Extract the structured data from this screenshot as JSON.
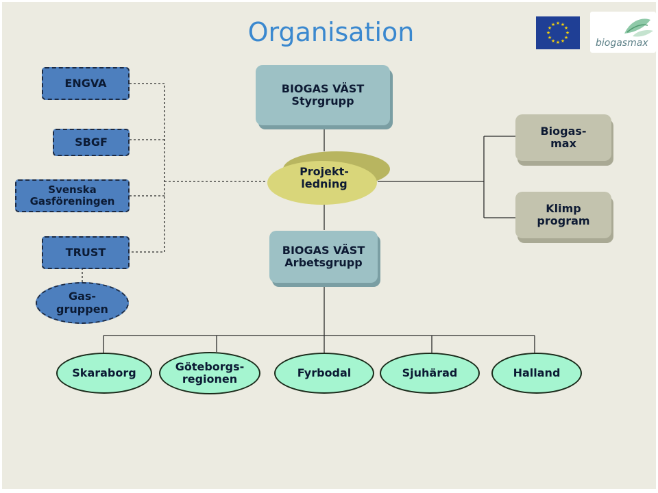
{
  "title": "Organisation",
  "logos": {
    "brand_text": "biogasmax"
  },
  "left_nodes": {
    "engva": "ENGVA",
    "sbgf": "SBGF",
    "svenska": "Svenska Gasföreningen",
    "trust": "TRUST",
    "gas": "Gas-gruppen"
  },
  "center_nodes": {
    "styrgrupp_line1": "BIOGAS VÄST",
    "styrgrupp_line2": "Styrgrupp",
    "projekt_line1": "Projekt-",
    "projekt_line2": "ledning",
    "arbetsgrupp_line1": "BIOGAS VÄST",
    "arbetsgrupp_line2": "Arbetsgrupp"
  },
  "right_nodes": {
    "biogasmax_line1": "Biogas-",
    "biogasmax_line2": "max",
    "klimp_line1": "Klimp",
    "klimp_line2": "program"
  },
  "regions": [
    "Skaraborg",
    "Göteborgs-regionen",
    "Fyrbodal",
    "Sjuhärad",
    "Halland"
  ],
  "colors": {
    "background": "#ecebe1",
    "title": "#3a88cf",
    "left_nodes": "#4d7fbe",
    "center_nodes": "#9dc1c5",
    "right_nodes": "#c3c3ae",
    "project_ellipse": "#d9d67a",
    "regions": "#a5f5d0"
  }
}
